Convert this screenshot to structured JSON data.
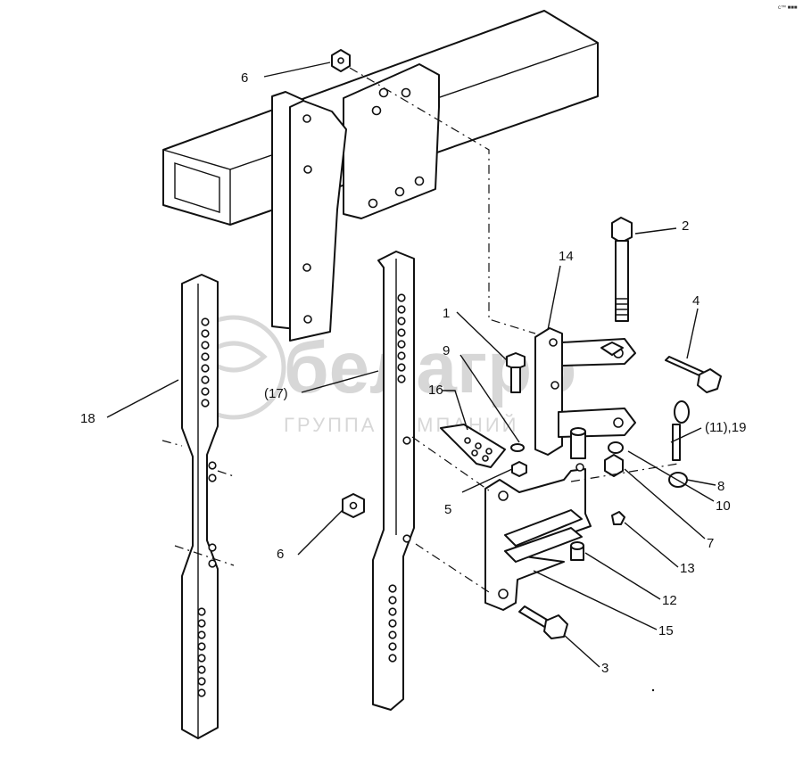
{
  "watermark": {
    "brand": "белагро",
    "tagline": "ГРУППА КОМПАНИЙ"
  },
  "corner_mark": "c™ ■■■",
  "callouts": [
    {
      "id": "c6a",
      "label": "6"
    },
    {
      "id": "c2",
      "label": "2"
    },
    {
      "id": "c14",
      "label": "14"
    },
    {
      "id": "c4",
      "label": "4"
    },
    {
      "id": "c1",
      "label": "1"
    },
    {
      "id": "c9",
      "label": "9"
    },
    {
      "id": "c16",
      "label": "16"
    },
    {
      "id": "c17",
      "label": "(17)"
    },
    {
      "id": "c18",
      "label": "18"
    },
    {
      "id": "c11",
      "label": "(11),19"
    },
    {
      "id": "c8",
      "label": "8"
    },
    {
      "id": "c10",
      "label": "10"
    },
    {
      "id": "c5",
      "label": "5"
    },
    {
      "id": "c7",
      "label": "7"
    },
    {
      "id": "c6b",
      "label": "6"
    },
    {
      "id": "c13",
      "label": "13"
    },
    {
      "id": "c12",
      "label": "12"
    },
    {
      "id": "c15",
      "label": "15"
    },
    {
      "id": "c3",
      "label": "3"
    }
  ]
}
